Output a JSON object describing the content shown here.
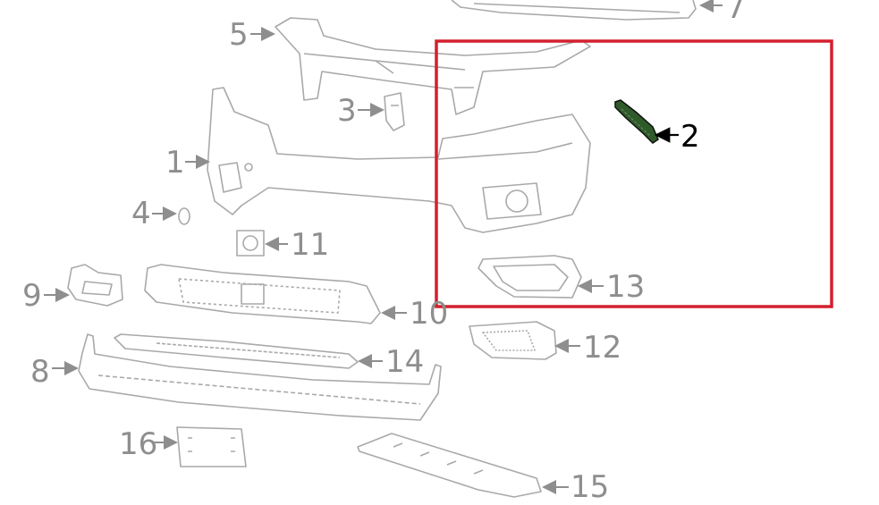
{
  "diagram": {
    "callouts": {
      "c1": "1",
      "c2": "2",
      "c3": "3",
      "c4": "4",
      "c5": "5",
      "c7": "7",
      "c8": "8",
      "c9": "9",
      "c10": "10",
      "c11": "11",
      "c12": "12",
      "c13": "13",
      "c14": "14",
      "c15": "15",
      "c16": "16"
    },
    "highlighted_part": "2",
    "colors": {
      "highlight_box": "#d3202e",
      "highlighted_part": "#2f5a2a",
      "line_art": "#a9a9a9",
      "callout_text": "#8e8e8e"
    }
  }
}
